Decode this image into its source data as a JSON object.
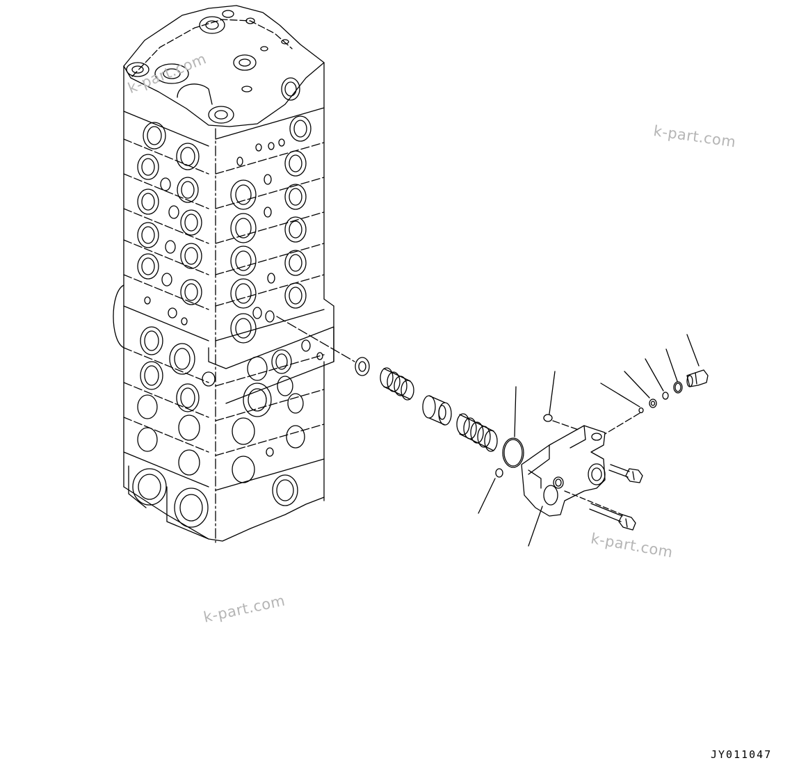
{
  "watermarks": [
    "k-part.com",
    "k-part.com",
    "k-part.com",
    "k-part.com"
  ],
  "drawing_code": "JY011047",
  "colors": {
    "line": "#000000",
    "watermark": "#b5b5b5",
    "background": "#ffffff"
  }
}
